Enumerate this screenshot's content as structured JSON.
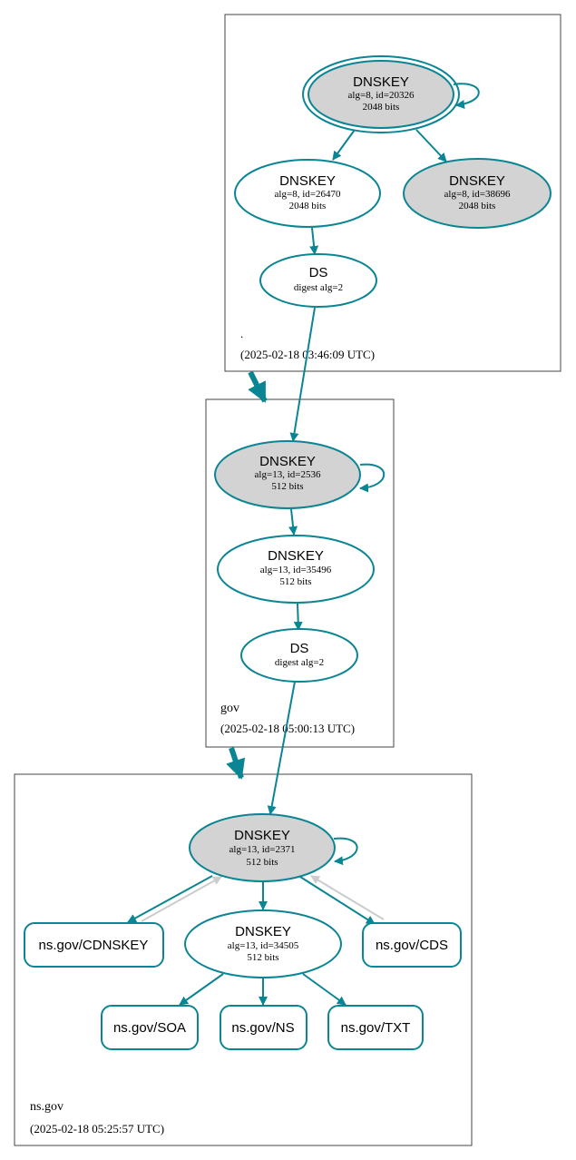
{
  "colors": {
    "edge": "#0a8593",
    "ghost_edge": "#cccccc",
    "fill_gray": "#d3d3d3",
    "zone_border": "#444444"
  },
  "zones": {
    "root": {
      "name": ".",
      "timestamp": "(2025-02-18 03:46:09 UTC)"
    },
    "gov": {
      "name": "gov",
      "timestamp": "(2025-02-18 05:00:13 UTC)"
    },
    "nsgov": {
      "name": "ns.gov",
      "timestamp": "(2025-02-18 05:25:57 UTC)"
    }
  },
  "nodes": {
    "root_ksk": {
      "title": "DNSKEY",
      "detail": "alg=8, id=20326",
      "size": "2048 bits"
    },
    "root_zsk1": {
      "title": "DNSKEY",
      "detail": "alg=8, id=26470",
      "size": "2048 bits"
    },
    "root_zsk2": {
      "title": "DNSKEY",
      "detail": "alg=8, id=38696",
      "size": "2048 bits"
    },
    "root_ds": {
      "title": "DS",
      "detail": "digest alg=2"
    },
    "gov_ksk": {
      "title": "DNSKEY",
      "detail": "alg=13, id=2536",
      "size": "512 bits"
    },
    "gov_zsk": {
      "title": "DNSKEY",
      "detail": "alg=13, id=35496",
      "size": "512 bits"
    },
    "gov_ds": {
      "title": "DS",
      "detail": "digest alg=2"
    },
    "ns_ksk": {
      "title": "DNSKEY",
      "detail": "alg=13, id=2371",
      "size": "512 bits"
    },
    "ns_zsk": {
      "title": "DNSKEY",
      "detail": "alg=13, id=34505",
      "size": "512 bits"
    },
    "rr_cdnskey": {
      "label": "ns.gov/CDNSKEY"
    },
    "rr_cds": {
      "label": "ns.gov/CDS"
    },
    "rr_soa": {
      "label": "ns.gov/SOA"
    },
    "rr_ns": {
      "label": "ns.gov/NS"
    },
    "rr_txt": {
      "label": "ns.gov/TXT"
    }
  }
}
